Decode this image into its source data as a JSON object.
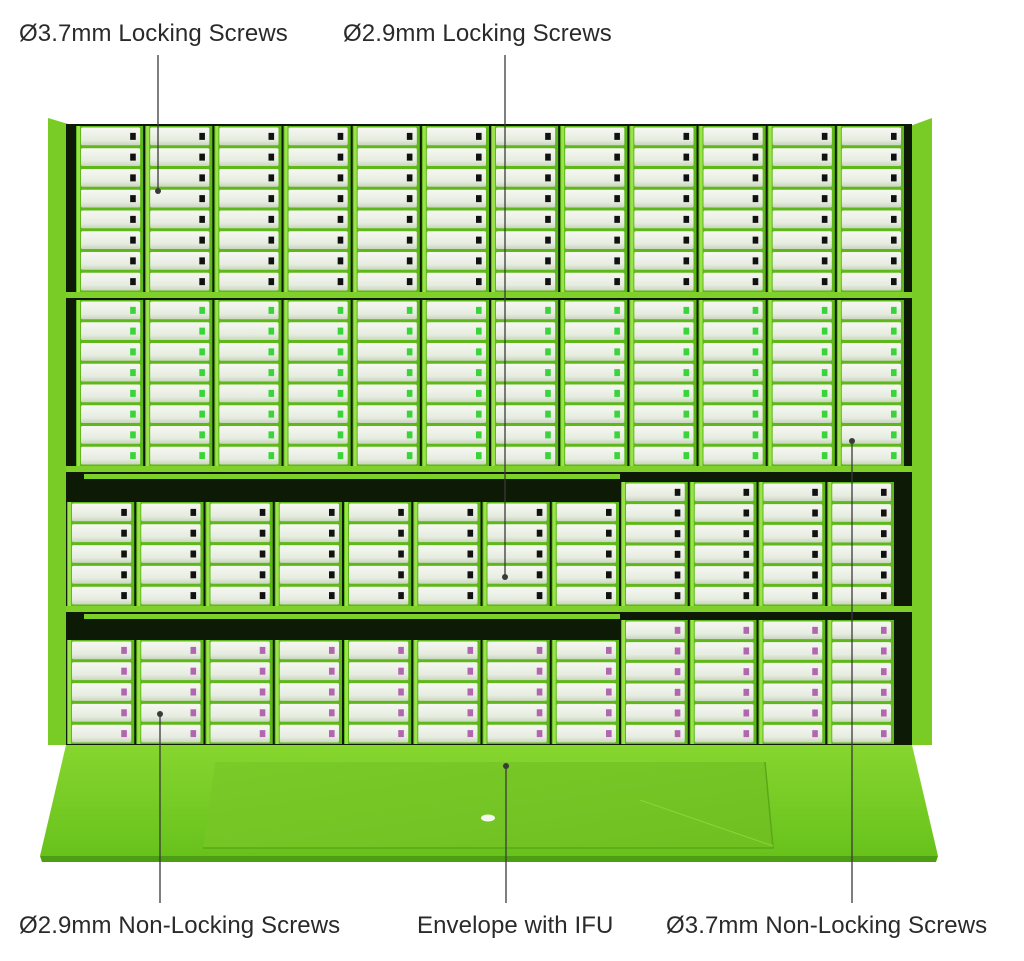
{
  "labels": {
    "top_left": "Ø3.7mm Locking Screws",
    "top_middle": "Ø2.9mm Locking Screws",
    "bottom_left": "Ø2.9mm Non-Locking Screws",
    "bottom_middle": "Envelope with IFU",
    "bottom_right": "Ø3.7mm Non-Locking Screws"
  },
  "colors": {
    "case_green": "#7fd12a",
    "case_green_dark": "#5fb81a",
    "case_interior": "#0c1a06",
    "tube_white": "#eef2ea",
    "marker_black": "#111111",
    "marker_green": "#39d43a",
    "marker_purple": "#b266b0",
    "leader_line": "#3a3a3a"
  }
}
